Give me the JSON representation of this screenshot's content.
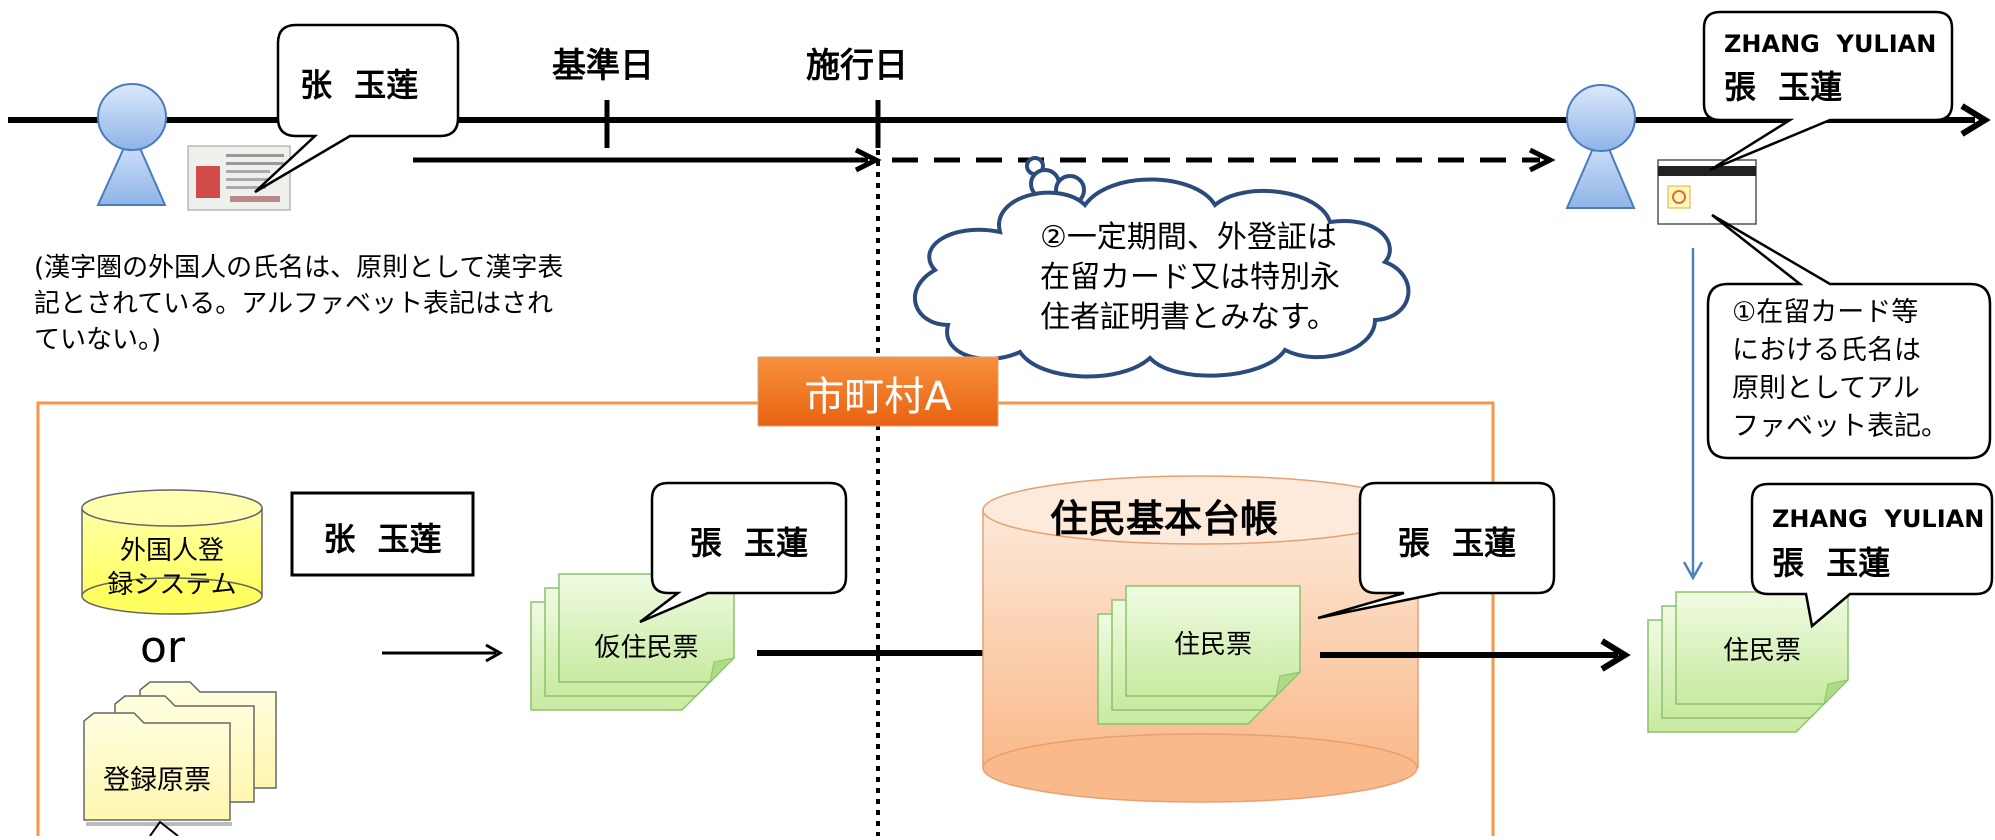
{
  "timeline": {
    "kijunbi": "基準日",
    "shikoubi": "施行日"
  },
  "person_left": {
    "name_bubble": "张  玉莲",
    "note": "(漢字圏の外国人の氏名は、原則として漢字表記とされている。アルファベット表記はされていない。)",
    "note_lines": [
      "(漢字圏の外国人の氏名は、原則として漢字表",
      "記とされている。アルファベット表記はされ",
      "ていない。)"
    ]
  },
  "person_right": {
    "bubble_latin": "ZHANG  YULIAN",
    "bubble_kanji": "張  玉蓮"
  },
  "cloud": {
    "lines": [
      "②一定期間、外登証は",
      "在留カード又は特別永",
      "住者証明書とみなす。"
    ]
  },
  "callout_right": {
    "lines": [
      "①在留カード等",
      "における氏名は",
      "原則としてアル",
      "ファベット表記。"
    ]
  },
  "municipality": {
    "label": "市町村A"
  },
  "left_section": {
    "cylinder_lines": [
      "外国人登",
      "録システム"
    ],
    "or": "or",
    "folder_label": "登録原票",
    "name_box": "张  玉莲"
  },
  "middle_section": {
    "doc_label": "仮住民票",
    "bubble": "張  玉蓮"
  },
  "jumin_section": {
    "db_label": "住民基本台帳",
    "doc_label": "住民票",
    "bubble": "張  玉蓮"
  },
  "final_section": {
    "bubble_latin": "ZHANG  YULIAN",
    "bubble_kanji": "張  玉蓮",
    "doc_label": "住民票"
  },
  "colors": {
    "orange": "#f79646",
    "orange_label": "#f26d1e",
    "person_blue": "#a9c8f0",
    "doc_green": "#d9f2b8",
    "cylinder_yellow": "#ffff80",
    "cloud_stroke": "#2a4b7c",
    "arrow_blue": "#4f81bd"
  }
}
